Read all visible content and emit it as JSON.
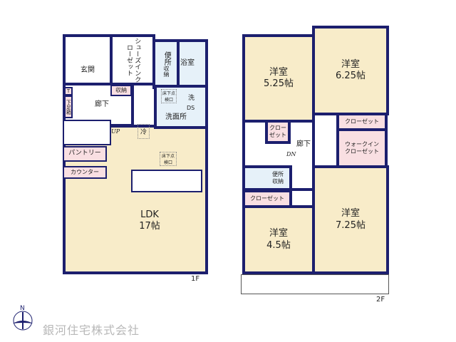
{
  "floor1": {
    "label": "1F",
    "rooms": {
      "entrance": "玄関",
      "shoe_closet": "シューズインクローゼット",
      "toilet": "便所",
      "storage": "収納",
      "toilet_storage": "収納",
      "bath": "浴室",
      "hall": "廊下",
      "t": "T",
      "shoe_box": "下足箱",
      "inspection": "床下点検口",
      "washer": "洗",
      "ds": "DS",
      "washroom": "洗面所",
      "fridge": "冷",
      "up": "UP",
      "pantry": "パントリー",
      "counter": "カウンター",
      "inspection2": "床下点検口",
      "ldk": "LDK",
      "ldk_size": "17帖"
    }
  },
  "floor2": {
    "label": "2F",
    "rooms": {
      "room1": "洋室",
      "room1_size": "5.25帖",
      "room2": "洋室",
      "room2_size": "6.25帖",
      "closet1": "クローゼット",
      "walkin": "ウォークインクローゼット",
      "closet2": "クローゼット",
      "hall": "廊下",
      "dn": "DN",
      "toilet": "便所",
      "storage": "収納",
      "closet3": "クローゼット",
      "room3": "洋室",
      "room3_size": "4.5帖",
      "room4": "洋室",
      "room4_size": "7.25帖"
    }
  },
  "compass": "N",
  "company": "銀河住宅株式会社",
  "colors": {
    "wall": "#1c1f6e",
    "floor": "#f8ecc9",
    "closet": "#f9dfe2",
    "wet": "#e6f1f9"
  }
}
